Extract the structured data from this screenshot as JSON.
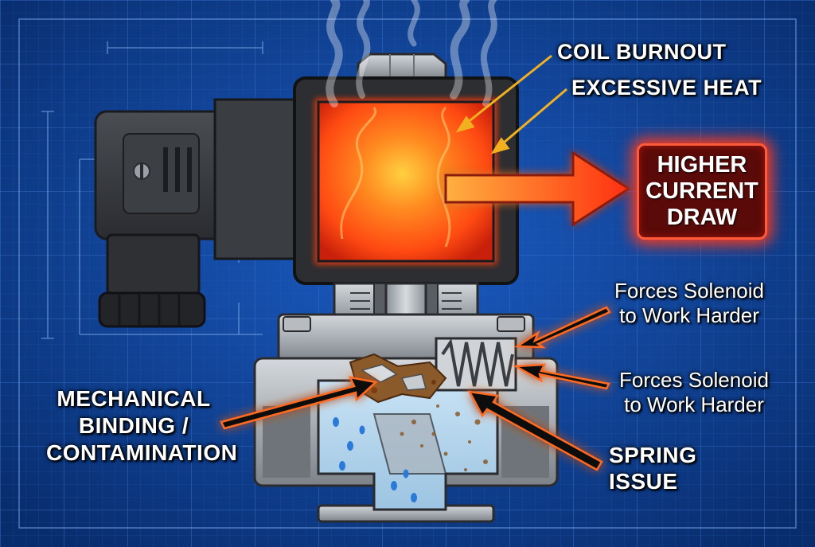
{
  "labels": {
    "coil_burnout": "COIL BURNOUT",
    "excessive_heat": "EXCESSIVE HEAT",
    "higher_current_draw": [
      "HIGHER",
      "CURRENT",
      "DRAW"
    ],
    "forces_upper": [
      "Forces Solenoid",
      "to Work Harder"
    ],
    "forces_lower": [
      "Forces Solenoid",
      "to Work Harder"
    ],
    "mechanical_binding": [
      "MECHANICAL",
      "BINDING /",
      "CONTAMINATION"
    ],
    "spring_issue": [
      "SPRING",
      "ISSUE"
    ]
  },
  "colors": {
    "blueprint_bg": "#0b3a86",
    "grid_line": "#2a62c0",
    "coil_hot": "#ff5a1a",
    "callout_arrow": "#f0b020",
    "warning_arrow": "#ff4a1a",
    "alert_box": "#5a0a08"
  }
}
